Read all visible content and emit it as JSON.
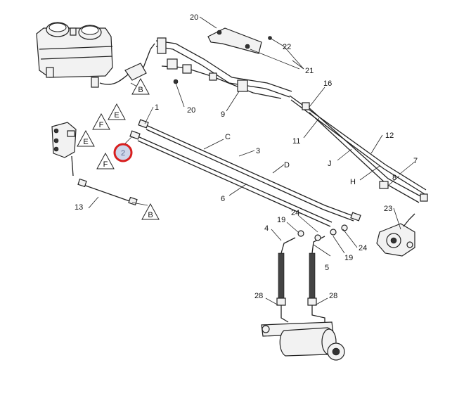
{
  "diagram": {
    "callouts": {
      "c1": "1",
      "c2": "2",
      "c3": "3",
      "c4": "4",
      "c5": "5",
      "c6": "6",
      "c7": "7",
      "c8": "8",
      "c9": "9",
      "c11": "11",
      "c12": "12",
      "c13": "13",
      "c16": "16",
      "c19a": "19",
      "c19b": "19",
      "c20a": "20",
      "c20b": "20",
      "c21": "21",
      "c22": "22",
      "c23": "23",
      "c24a": "24",
      "c24b": "24",
      "c28a": "28",
      "c28b": "28",
      "lC": "C",
      "lD": "D",
      "lH": "H",
      "lJ": "J"
    },
    "markers": {
      "tB1": "B",
      "tB2": "B",
      "tE1": "E",
      "tE2": "E",
      "tF1": "F",
      "tF2": "F"
    },
    "highlight": {
      "callout": "2",
      "color": "#d81e1e"
    }
  }
}
